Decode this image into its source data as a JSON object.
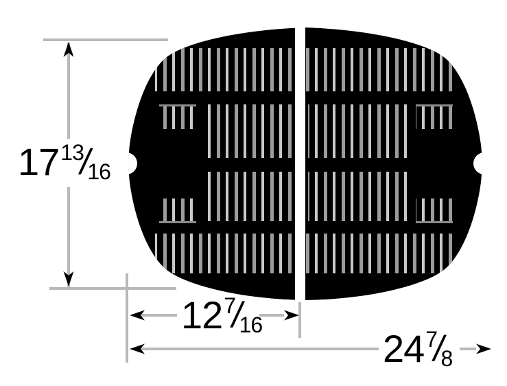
{
  "diagram": {
    "slash": "/",
    "height_label": {
      "whole": "17",
      "numerator": "13",
      "denominator": "16"
    },
    "half_width_label": {
      "whole": "12",
      "numerator": "7",
      "denominator": "16"
    },
    "full_width_label": {
      "whole": "24",
      "numerator": "7",
      "denominator": "8"
    },
    "colors": {
      "background": "#ffffff",
      "art": "#000000",
      "dimension_line": "#b9b9b9",
      "slot_dark": "#9c9c9c",
      "slot_light": "#c9c9c9",
      "center_split": "#ffffff"
    }
  }
}
